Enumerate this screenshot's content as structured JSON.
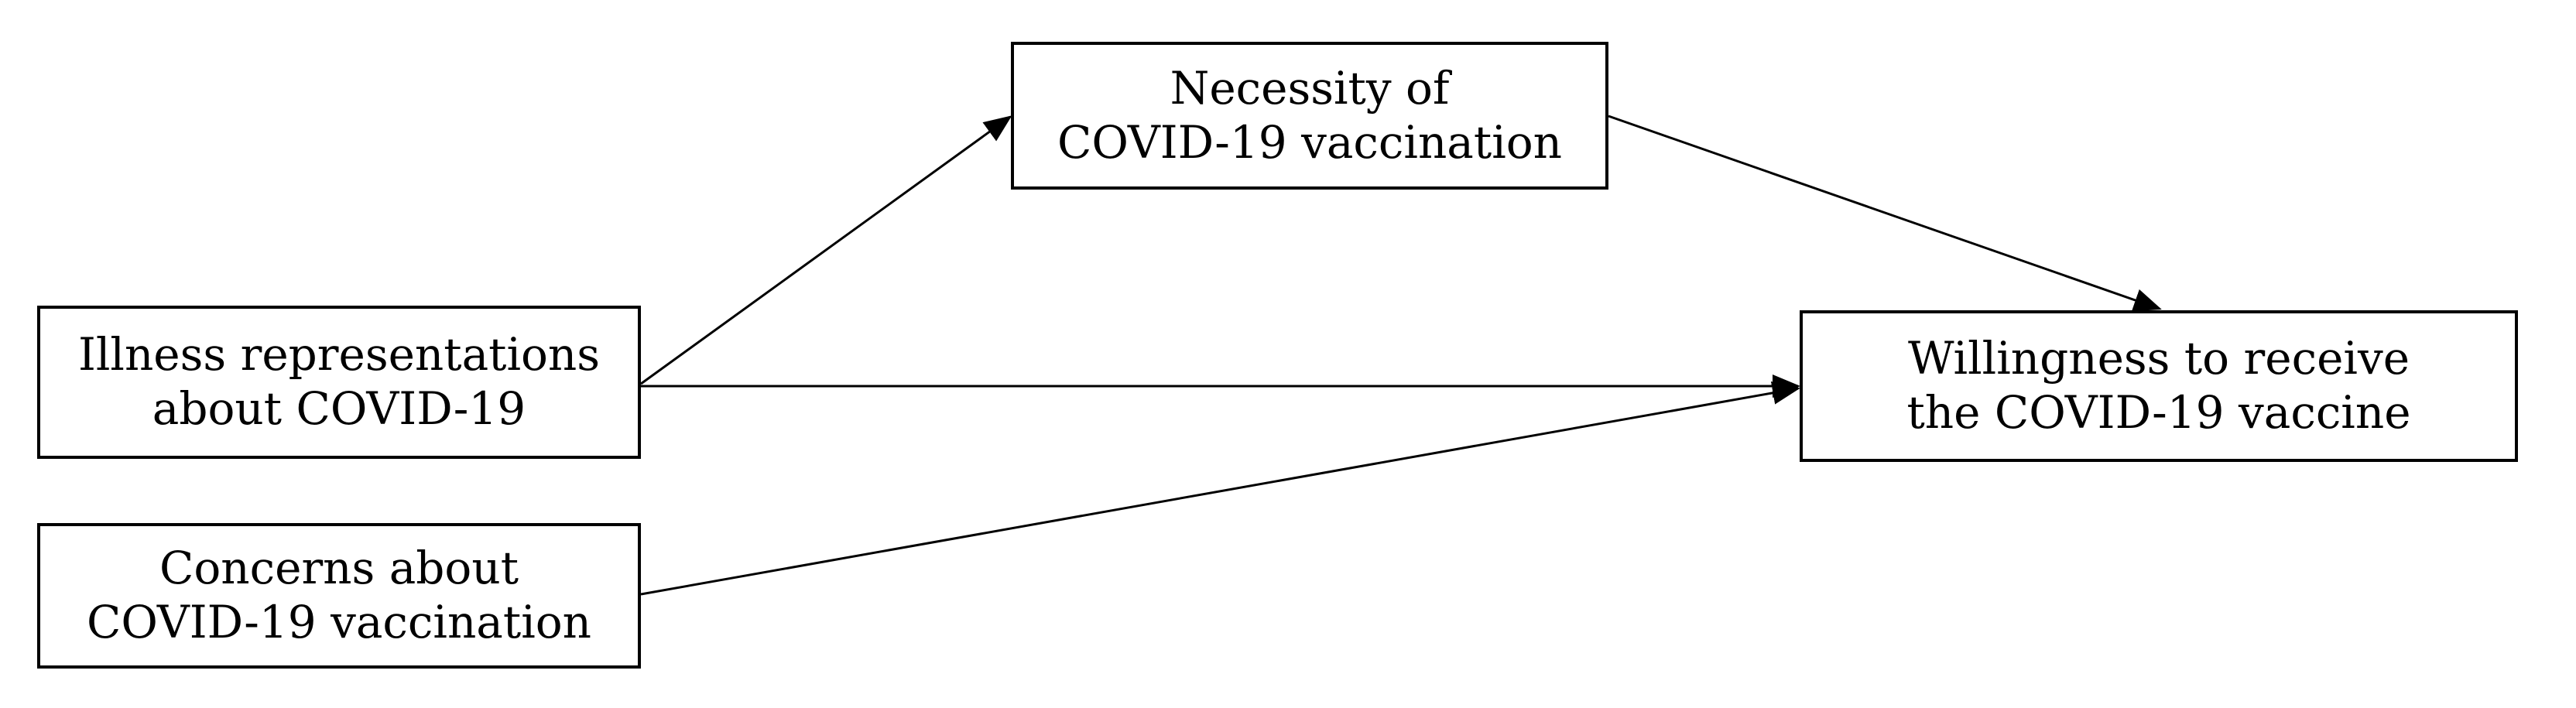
{
  "diagram": {
    "nodes": {
      "necessity": {
        "line1": "Necessity of",
        "line2": "COVID-19 vaccination"
      },
      "illness": {
        "line1": "Illness representations",
        "line2": "about COVID-19"
      },
      "willingness": {
        "line1": "Willingness to receive",
        "line2": "the COVID-19 vaccine"
      },
      "concerns": {
        "line1": "Concerns about",
        "line2": "COVID-19 vaccination"
      }
    },
    "edges": [
      {
        "from": "illness",
        "to": "necessity"
      },
      {
        "from": "necessity",
        "to": "willingness"
      },
      {
        "from": "illness",
        "to": "willingness"
      },
      {
        "from": "concerns",
        "to": "willingness"
      }
    ]
  }
}
